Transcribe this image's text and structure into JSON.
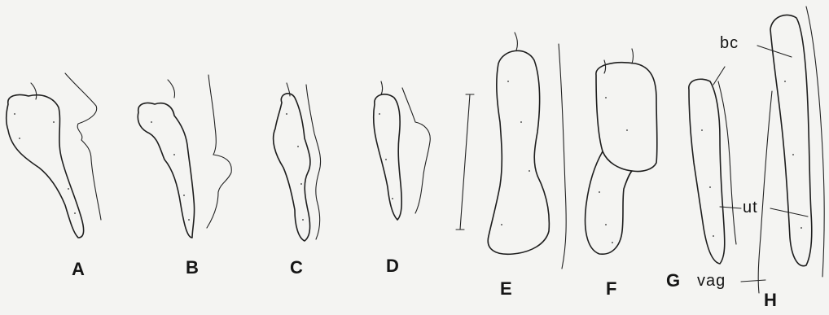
{
  "panel_labels": [
    "A",
    "B",
    "C",
    "D",
    "E",
    "F",
    "G",
    "H"
  ],
  "annotations": {
    "bc": "bc",
    "ut": "ut",
    "vag": "vag"
  },
  "colors": {
    "background": "#f4f4f2",
    "ink": "#1e1e1e"
  }
}
